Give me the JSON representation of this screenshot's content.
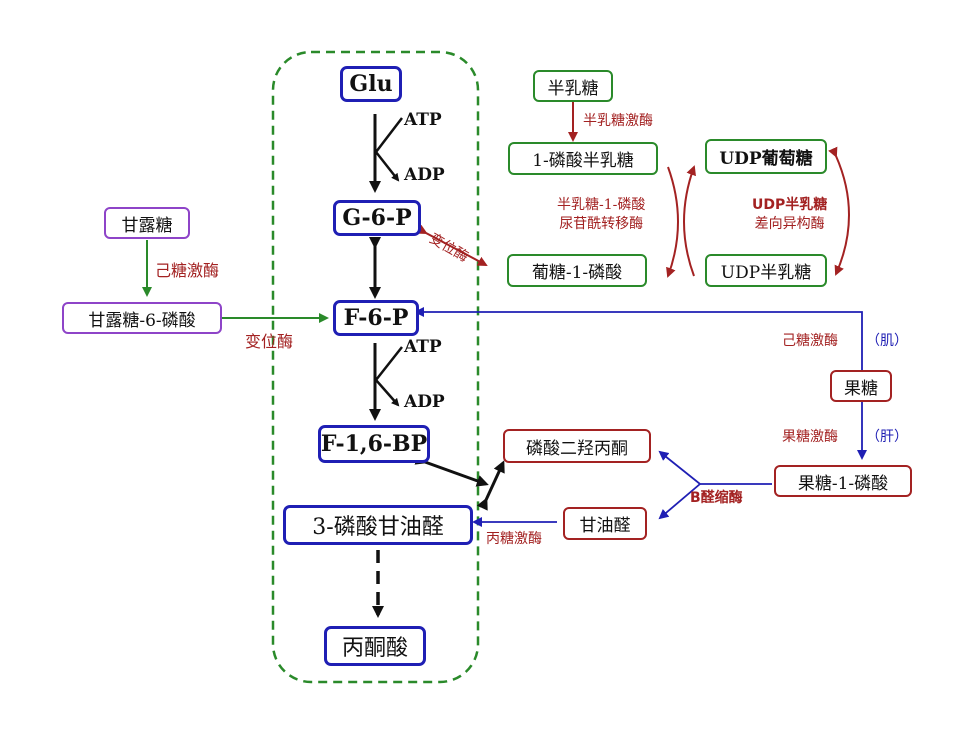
{
  "nodes": {
    "glu": "Glu",
    "g6p": "G-6-P",
    "f6p": "F-6-P",
    "f16bp": "F-1,6-BP",
    "g3p": "3-磷酸甘油醛",
    "pyruvate": "丙酮酸",
    "mannose": "甘露糖",
    "mannose6p": "甘露糖-6-磷酸",
    "galactose": "半乳糖",
    "gal1p": "1-磷酸半乳糖",
    "glc1p": "葡糖-1-磷酸",
    "udpglc": "UDP葡萄糖",
    "udpgal": "UDP半乳糖",
    "fructose": "果糖",
    "fru1p": "果糖-1-磷酸",
    "dhap": "磷酸二羟丙酮",
    "glyceraldehyde": "甘油醛"
  },
  "labels": {
    "atp1": "ATP",
    "adp1": "ADP",
    "atp2": "ATP",
    "adp2": "ADP",
    "mutase_g6p": "变位酶",
    "hexokinase_mannose": "己糖激酶",
    "mutase_mannose": "变位酶",
    "galactokinase": "半乳糖激酶",
    "uridyltransferase_1": "半乳糖-1-磷酸",
    "uridyltransferase_2": "尿苷酰转移酶",
    "epimerase_1": "UDP半乳糖",
    "epimerase_2": "差向异构酶",
    "hexokinase_fructose": "己糖激酶",
    "muscle": "（肌）",
    "fructokinase": "果糖激酶",
    "liver": "（肝）",
    "aldolase_b": "B醛缩酶",
    "triokinase": "丙糖激酶"
  },
  "colors": {
    "glycolysis": "#1f1fb4",
    "galactose": "#2a8a2a",
    "fructose": "#a32222",
    "mannose": "#8e44c8",
    "enzyme_text": "#a32222",
    "boundary": "#2a8a2a"
  }
}
